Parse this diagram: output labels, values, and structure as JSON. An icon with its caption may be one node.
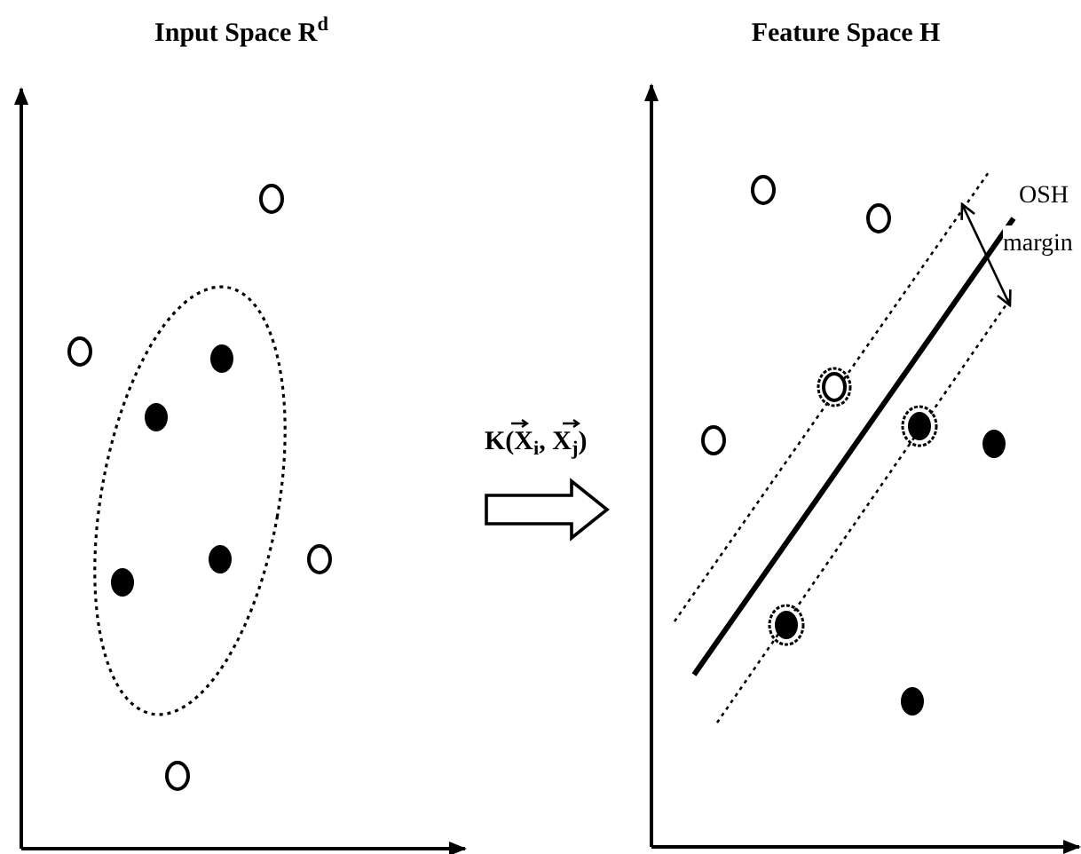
{
  "diagram": {
    "nodes": [
      {
        "text": [
          "Input Space R$^{d}$"
        ]
      },
      {
        "text": [
          "Feature Space H"
        ]
      }
    ],
    "edges": [
      {
        "from": 0,
        "to": 1,
        "arrow": "to",
        "label": "K(X$_{i}$, X$_{j}$)"
      }
    ],
    "labels": [
      "OSH",
      "margin"
    ]
  }
}
